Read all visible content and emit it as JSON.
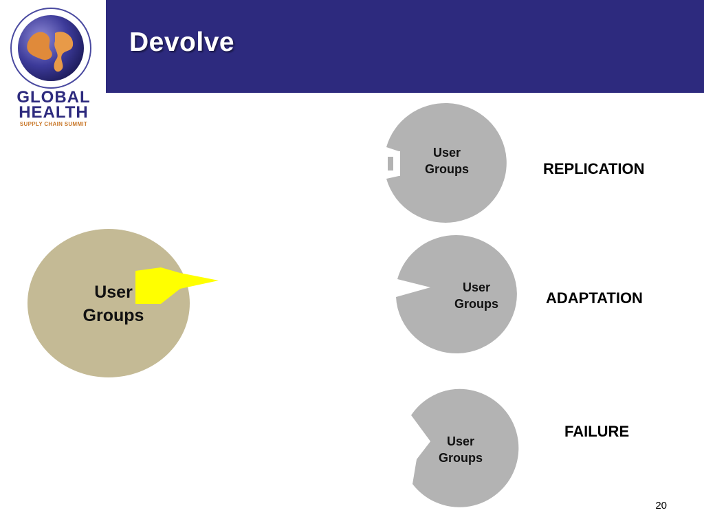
{
  "header": {
    "title": "Devolve",
    "band_color": "#2d2a7e"
  },
  "logo": {
    "line1": "GLOBAL",
    "line2": "HEALTH",
    "line3": "SUPPLY CHAIN SUMMIT"
  },
  "source": {
    "label_line1": "User",
    "label_line2": "Groups",
    "color": "#c4ba95"
  },
  "pointer": {
    "color": "#ffff00"
  },
  "outcomes": [
    {
      "label_line1": "User",
      "label_line2": "Groups",
      "outcome": "REPLICATION",
      "color": "#b3b3b3"
    },
    {
      "label_line1": "User",
      "label_line2": "Groups",
      "outcome": "ADAPTATION",
      "color": "#b3b3b3"
    },
    {
      "label_line1": "User",
      "label_line2": "Groups",
      "outcome": "FAILURE",
      "color": "#b3b3b3"
    }
  ],
  "footer": {
    "page_number": "20"
  }
}
